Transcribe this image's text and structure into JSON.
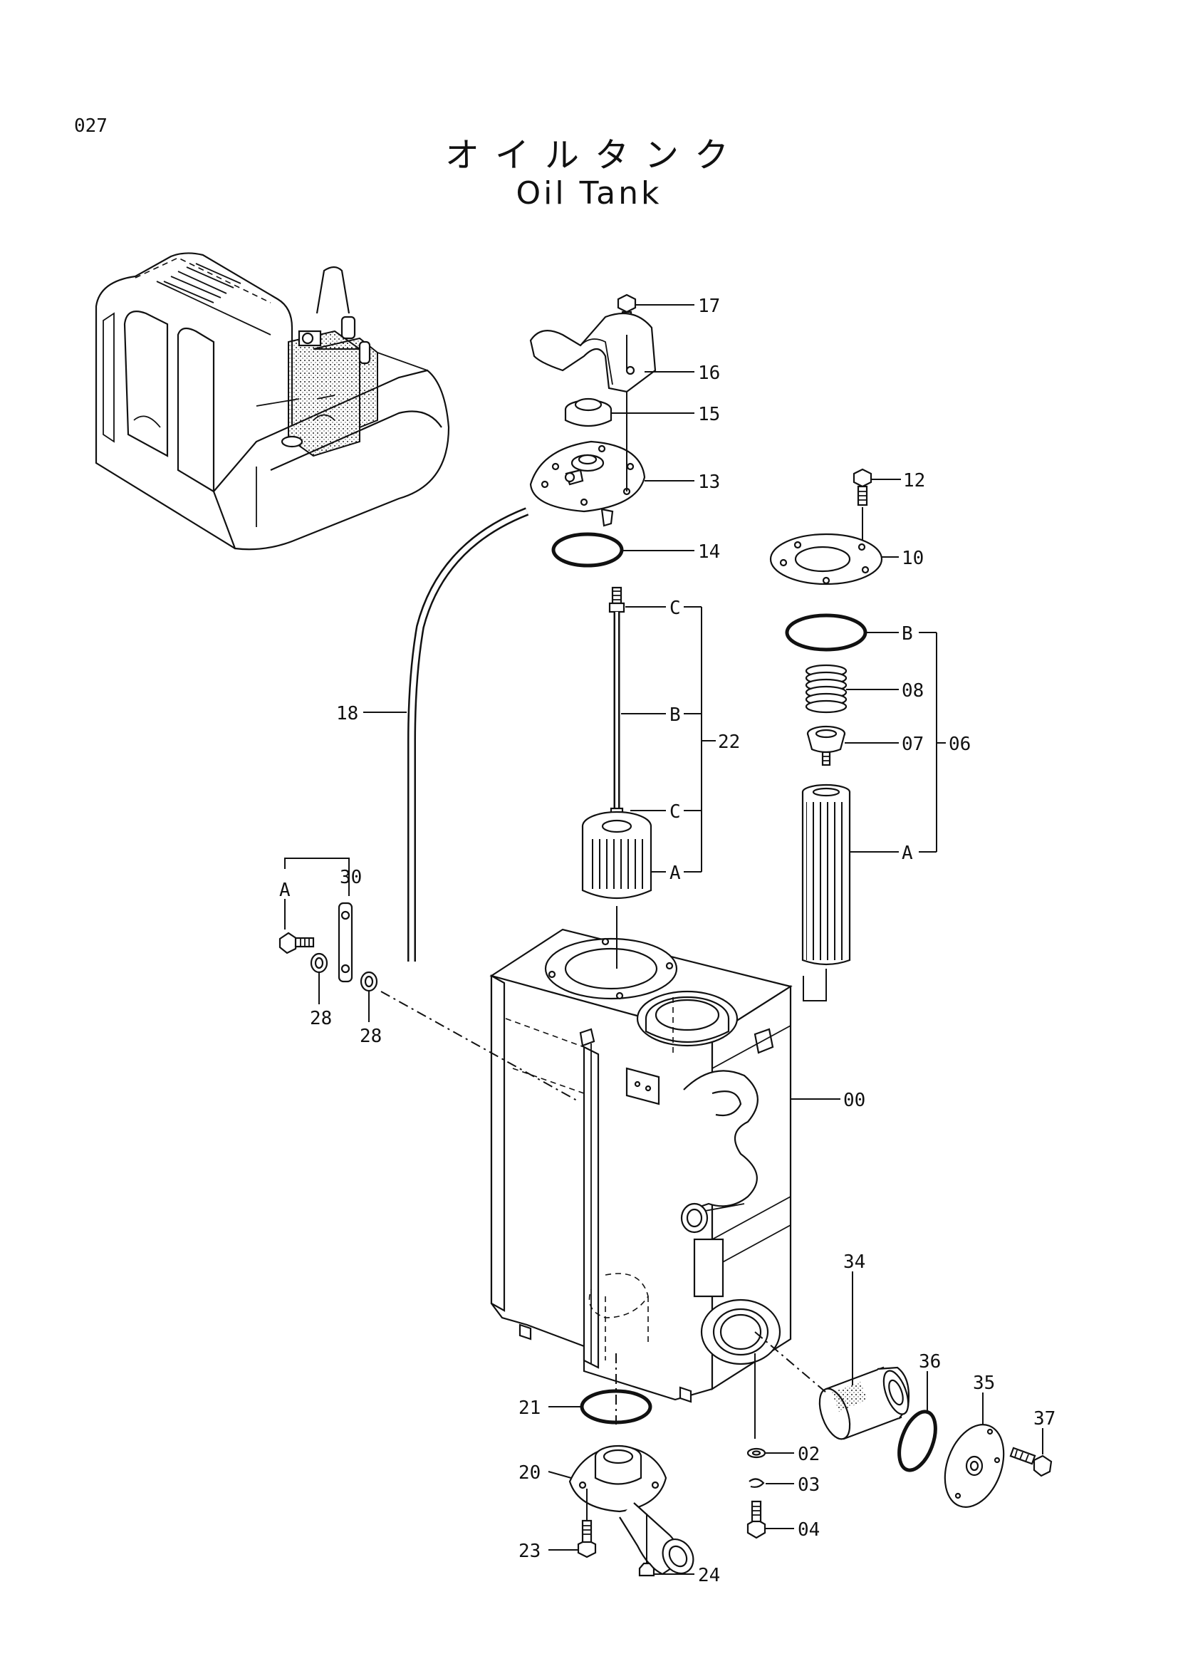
{
  "page_number": "027",
  "title_jp": "オイルタンク",
  "title_en": "Oil Tank",
  "callouts": {
    "c00": "00",
    "c02": "02",
    "c03": "03",
    "c04": "04",
    "c06": "06",
    "c07": "07",
    "c08": "08",
    "c10": "10",
    "c12": "12",
    "c13": "13",
    "c14": "14",
    "c15": "15",
    "c16": "16",
    "c17": "17",
    "c18": "18",
    "c20": "20",
    "c21": "21",
    "c22": "22",
    "c23": "23",
    "c24": "24",
    "c28a": "28",
    "c28b": "28",
    "c30": "30",
    "c34": "34",
    "c35": "35",
    "c36": "36",
    "c37": "37"
  },
  "group_letters": {
    "g22_c_top": "C",
    "g22_b": "B",
    "g22_c_bottom": "C",
    "g22_a": "A",
    "g06_b": "B",
    "g06_a": "A",
    "g30_a": "A"
  }
}
